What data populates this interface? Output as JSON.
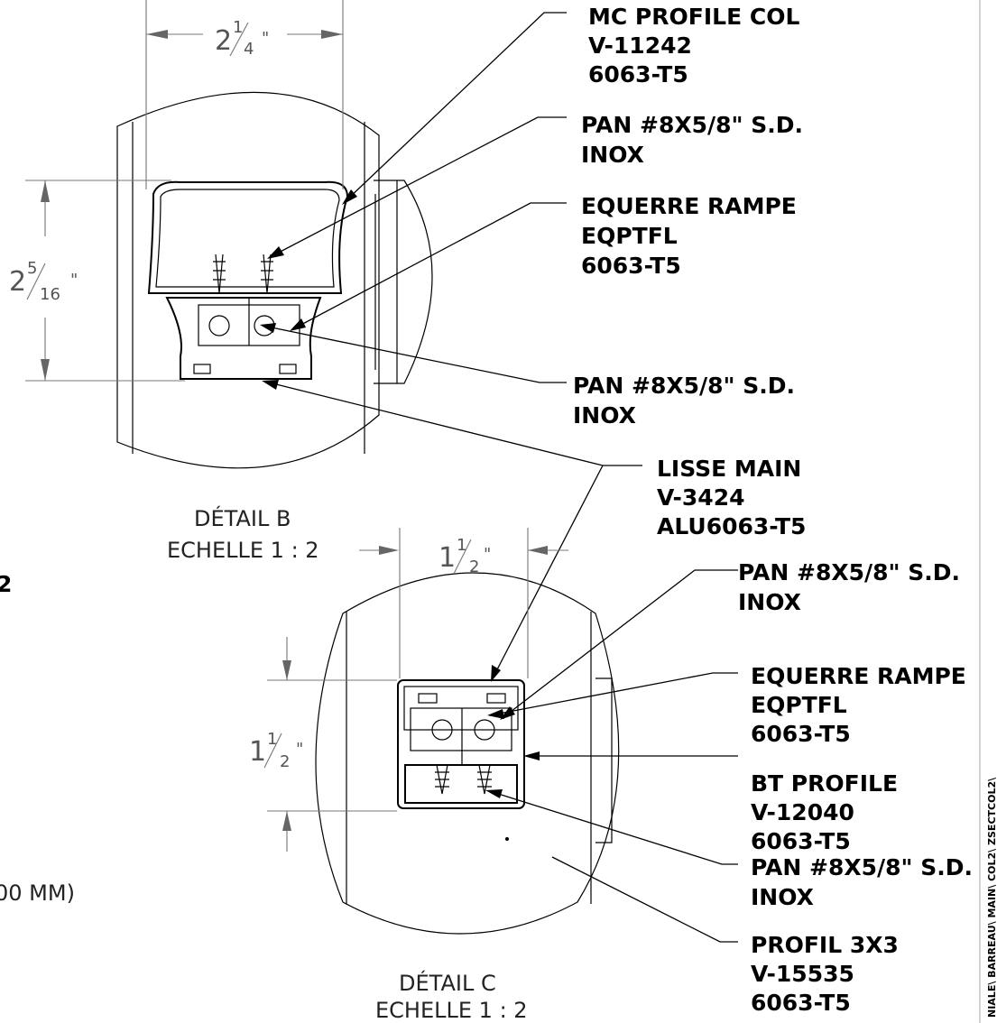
{
  "detail_b": {
    "title": "DÉTAIL B",
    "scale": "ECHELLE 1 : 2",
    "dim_width": {
      "whole": "2",
      "num": "1",
      "den": "4",
      "unit": "\""
    },
    "dim_height": {
      "whole": "2",
      "num": "5",
      "den": "16",
      "unit": "\""
    },
    "callouts": [
      {
        "lines": [
          "MC PROFILE COL",
          "V-11242",
          "6063-T5"
        ]
      },
      {
        "lines": [
          "PAN #8X5/8\" S.D.",
          "INOX"
        ]
      },
      {
        "lines": [
          "EQUERRE RAMPE",
          "EQPTFL",
          "6063-T5"
        ]
      },
      {
        "lines": [
          "PAN #8X5/8\" S.D.",
          "INOX"
        ]
      }
    ]
  },
  "shared_callout": {
    "lines": [
      "LISSE MAIN",
      "V-3424",
      "ALU6063-T5"
    ]
  },
  "detail_c": {
    "title": "DÉTAIL C",
    "scale": "ECHELLE 1 : 2",
    "dim_width": {
      "whole": "1",
      "num": "1",
      "den": "2",
      "unit": "\""
    },
    "dim_height": {
      "whole": "1",
      "num": "1",
      "den": "2",
      "unit": "\""
    },
    "callouts": [
      {
        "lines": [
          "PAN #8X5/8\" S.D.",
          "INOX"
        ]
      },
      {
        "lines": [
          "EQUERRE RAMPE",
          "EQPTFL",
          "6063-T5"
        ]
      },
      {
        "lines": [
          "BT PROFILE",
          "V-12040",
          "6063-T5"
        ]
      },
      {
        "lines": [
          "PAN #8X5/8\" S.D.",
          "INOX"
        ]
      },
      {
        "lines": [
          "PROFIL 3X3",
          "V-15535",
          "6063-T5"
        ]
      }
    ]
  },
  "edge_fragments": {
    "left_bold": "2",
    "left_mm": "00 MM)",
    "side_path": "NIALE\\ BARREAU\\ MAIN\\ COL2\\ ZSECTCOL2\\"
  }
}
